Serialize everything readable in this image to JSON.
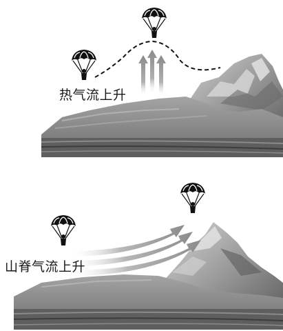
{
  "panels": [
    {
      "id": "thermal",
      "label": "热气流上升"
    },
    {
      "id": "ridge",
      "label": "山脊气流上升"
    }
  ],
  "colors": {
    "terrain_light": "#9a9a9a",
    "terrain_mid": "#7a7a7a",
    "terrain_dark": "#4a4a4a",
    "mountain_light": "#b8b8b8",
    "arrow": "#a8a8a8",
    "ink": "#111111"
  },
  "icons": [
    "paraglider-icon",
    "updraft-arrow-icon",
    "flight-path"
  ]
}
